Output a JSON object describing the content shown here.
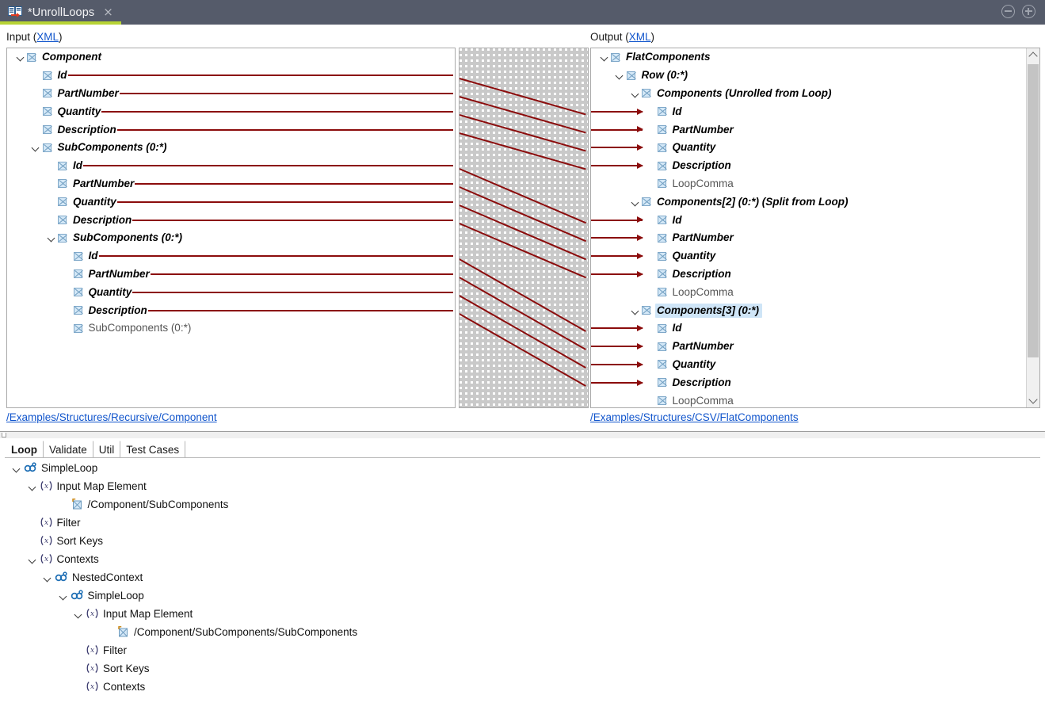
{
  "window": {
    "tab_title": "*UnrollLoops",
    "app_icon": "mapping-document-icon",
    "close_glyph": "×",
    "minimize_label": "minimize",
    "maximize_label": "maximize",
    "accent_color": "#b7d334",
    "titlebar_color": "#555b6a",
    "link_color": "#1155cc",
    "mapping_line_color": "#8b0c0c"
  },
  "mapper": {
    "input": {
      "label_prefix": "Input (",
      "label_link": "XML",
      "label_suffix": ")",
      "path": "/Examples/Structures/Recursive/Component",
      "nodes": [
        {
          "label": "Component",
          "depth": 0,
          "expandable": true,
          "mapped": true,
          "line": false
        },
        {
          "label": "Id",
          "depth": 1,
          "expandable": false,
          "mapped": true,
          "line": true
        },
        {
          "label": "PartNumber",
          "depth": 1,
          "expandable": false,
          "mapped": true,
          "line": true
        },
        {
          "label": "Quantity",
          "depth": 1,
          "expandable": false,
          "mapped": true,
          "line": true
        },
        {
          "label": "Description",
          "depth": 1,
          "expandable": false,
          "mapped": true,
          "line": true
        },
        {
          "label": "SubComponents (0:*)",
          "depth": 1,
          "expandable": true,
          "mapped": true,
          "line": false
        },
        {
          "label": "Id",
          "depth": 2,
          "expandable": false,
          "mapped": true,
          "line": true
        },
        {
          "label": "PartNumber",
          "depth": 2,
          "expandable": false,
          "mapped": true,
          "line": true
        },
        {
          "label": "Quantity",
          "depth": 2,
          "expandable": false,
          "mapped": true,
          "line": true
        },
        {
          "label": "Description",
          "depth": 2,
          "expandable": false,
          "mapped": true,
          "line": true
        },
        {
          "label": "SubComponents (0:*)",
          "depth": 2,
          "expandable": true,
          "mapped": true,
          "line": false
        },
        {
          "label": "Id",
          "depth": 3,
          "expandable": false,
          "mapped": true,
          "line": true
        },
        {
          "label": "PartNumber",
          "depth": 3,
          "expandable": false,
          "mapped": true,
          "line": true
        },
        {
          "label": "Quantity",
          "depth": 3,
          "expandable": false,
          "mapped": true,
          "line": true
        },
        {
          "label": "Description",
          "depth": 3,
          "expandable": false,
          "mapped": true,
          "line": true
        },
        {
          "label": "SubComponents (0:*)",
          "depth": 3,
          "expandable": false,
          "mapped": false,
          "line": false
        }
      ]
    },
    "output": {
      "label_prefix": "Output (",
      "label_link": "XML",
      "label_suffix": ")",
      "path": "/Examples/Structures/CSV/FlatComponents",
      "scrollbar": {
        "up": "scroll-up",
        "down": "scroll-down"
      },
      "nodes": [
        {
          "label": "FlatComponents",
          "depth": 0,
          "expandable": true,
          "mapped": true,
          "arrow": false,
          "selected": false
        },
        {
          "label": "Row (0:*)",
          "depth": 1,
          "expandable": true,
          "mapped": true,
          "arrow": false,
          "selected": false
        },
        {
          "label": "Components (Unrolled from Loop)",
          "depth": 2,
          "expandable": true,
          "mapped": true,
          "arrow": false,
          "selected": false
        },
        {
          "label": "Id",
          "depth": 3,
          "expandable": false,
          "mapped": true,
          "arrow": true,
          "selected": false
        },
        {
          "label": "PartNumber",
          "depth": 3,
          "expandable": false,
          "mapped": true,
          "arrow": true,
          "selected": false
        },
        {
          "label": "Quantity",
          "depth": 3,
          "expandable": false,
          "mapped": true,
          "arrow": true,
          "selected": false
        },
        {
          "label": "Description",
          "depth": 3,
          "expandable": false,
          "mapped": true,
          "arrow": true,
          "selected": false
        },
        {
          "label": "LoopComma",
          "depth": 3,
          "expandable": false,
          "mapped": false,
          "arrow": false,
          "selected": false
        },
        {
          "label": "Components[2] (0:*) (Split from Loop)",
          "depth": 2,
          "expandable": true,
          "mapped": true,
          "arrow": false,
          "selected": false
        },
        {
          "label": "Id",
          "depth": 3,
          "expandable": false,
          "mapped": true,
          "arrow": true,
          "selected": false
        },
        {
          "label": "PartNumber",
          "depth": 3,
          "expandable": false,
          "mapped": true,
          "arrow": true,
          "selected": false
        },
        {
          "label": "Quantity",
          "depth": 3,
          "expandable": false,
          "mapped": true,
          "arrow": true,
          "selected": false
        },
        {
          "label": "Description",
          "depth": 3,
          "expandable": false,
          "mapped": true,
          "arrow": true,
          "selected": false
        },
        {
          "label": "LoopComma",
          "depth": 3,
          "expandable": false,
          "mapped": false,
          "arrow": false,
          "selected": false
        },
        {
          "label": "Components[3] (0:*)",
          "depth": 2,
          "expandable": true,
          "mapped": true,
          "arrow": false,
          "selected": true
        },
        {
          "label": "Id",
          "depth": 3,
          "expandable": false,
          "mapped": true,
          "arrow": true,
          "selected": false
        },
        {
          "label": "PartNumber",
          "depth": 3,
          "expandable": false,
          "mapped": true,
          "arrow": true,
          "selected": false
        },
        {
          "label": "Quantity",
          "depth": 3,
          "expandable": false,
          "mapped": true,
          "arrow": true,
          "selected": false
        },
        {
          "label": "Description",
          "depth": 3,
          "expandable": false,
          "mapped": true,
          "arrow": true,
          "selected": false
        },
        {
          "label": "LoopComma",
          "depth": 3,
          "expandable": false,
          "mapped": false,
          "arrow": false,
          "selected": false
        }
      ]
    },
    "connections": [
      {
        "from_row": 1,
        "to_row": 3
      },
      {
        "from_row": 2,
        "to_row": 4
      },
      {
        "from_row": 3,
        "to_row": 5
      },
      {
        "from_row": 4,
        "to_row": 6
      },
      {
        "from_row": 6,
        "to_row": 9
      },
      {
        "from_row": 7,
        "to_row": 10
      },
      {
        "from_row": 8,
        "to_row": 11
      },
      {
        "from_row": 9,
        "to_row": 12
      },
      {
        "from_row": 11,
        "to_row": 15
      },
      {
        "from_row": 12,
        "to_row": 16
      },
      {
        "from_row": 13,
        "to_row": 17
      },
      {
        "from_row": 14,
        "to_row": 18
      }
    ]
  },
  "bottom": {
    "tabs": [
      {
        "label": "Loop",
        "active": true
      },
      {
        "label": "Validate",
        "active": false
      },
      {
        "label": "Util",
        "active": false
      },
      {
        "label": "Test Cases",
        "active": false
      }
    ],
    "nodes": [
      {
        "label": "SimpleLoop",
        "depth": 0,
        "expandable": true,
        "icon": "loop-icon"
      },
      {
        "label": "Input Map Element",
        "depth": 1,
        "expandable": true,
        "icon": "function-icon"
      },
      {
        "label": "/Component/SubComponents",
        "depth": 3,
        "expandable": false,
        "icon": "element-icon"
      },
      {
        "label": "Filter",
        "depth": 1,
        "expandable": false,
        "icon": "function-icon"
      },
      {
        "label": "Sort Keys",
        "depth": 1,
        "expandable": false,
        "icon": "function-icon"
      },
      {
        "label": "Contexts",
        "depth": 1,
        "expandable": true,
        "icon": "function-icon"
      },
      {
        "label": "NestedContext",
        "depth": 2,
        "expandable": true,
        "icon": "loop-icon"
      },
      {
        "label": "SimpleLoop",
        "depth": 3,
        "expandable": true,
        "icon": "loop-icon"
      },
      {
        "label": "Input Map Element",
        "depth": 4,
        "expandable": true,
        "icon": "function-icon"
      },
      {
        "label": "/Component/SubComponents/SubComponents",
        "depth": 6,
        "expandable": false,
        "icon": "element-icon"
      },
      {
        "label": "Filter",
        "depth": 4,
        "expandable": false,
        "icon": "function-icon"
      },
      {
        "label": "Sort Keys",
        "depth": 4,
        "expandable": false,
        "icon": "function-icon"
      },
      {
        "label": "Contexts",
        "depth": 4,
        "expandable": false,
        "icon": "function-icon"
      }
    ]
  }
}
